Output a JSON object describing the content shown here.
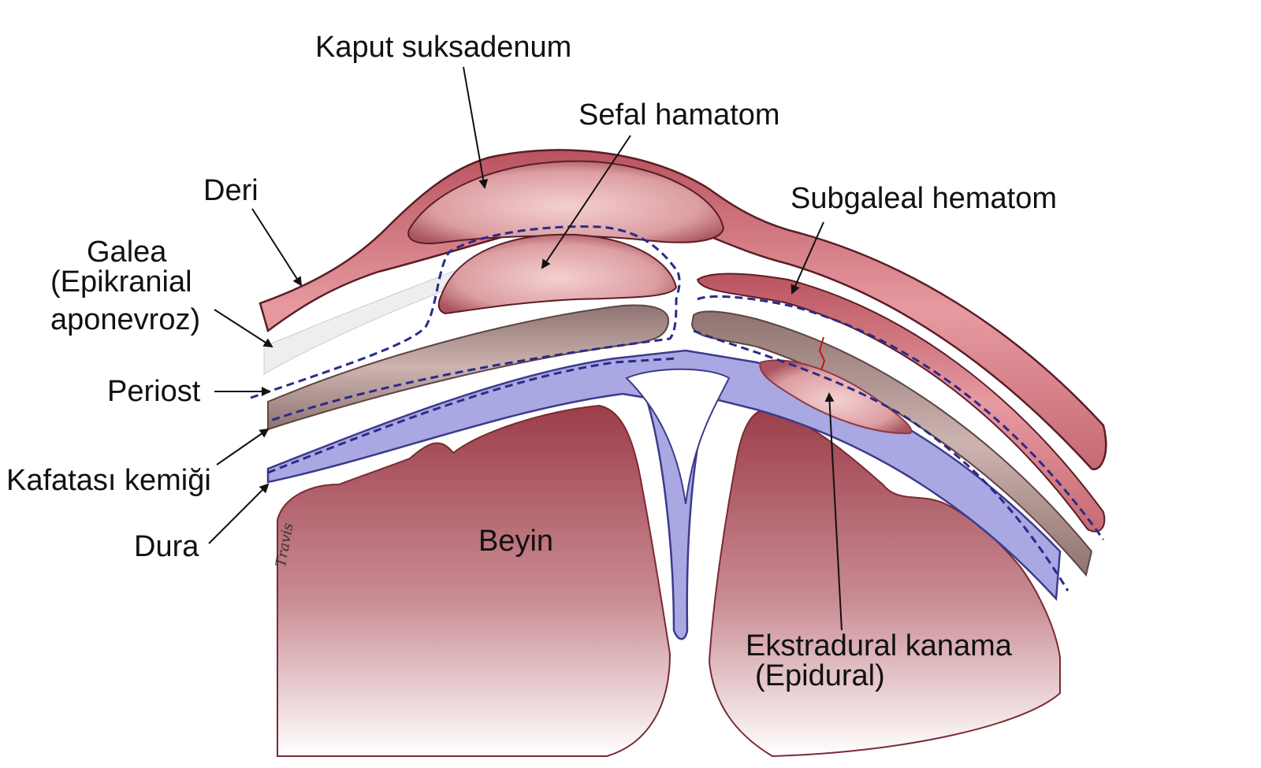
{
  "labels": {
    "kaput": "Kaput suksadenum",
    "sefal": "Sefal hamatom",
    "deri": "Deri",
    "subgaleal": "Subgaleal hematom",
    "galea_1": "Galea",
    "galea_2": "(Epikranial",
    "galea_3": "aponevroz)",
    "periost": "Periost",
    "kafatasi": "Kafatası kemiği",
    "dura": "Dura",
    "beyin": "Beyin",
    "ekstradural_1": "Ekstradural kanama",
    "ekstradural_2": "(Epidural)"
  },
  "signature": "Travis",
  "colors": {
    "skin": "#c8707a",
    "skin_dark": "#7a2a33",
    "skin_light": "#f0c5c7",
    "hematoma": "#e6aeb0",
    "bone": "#a88a88",
    "bone_light": "#d8c2c0",
    "dura": "#a8a8e0",
    "dashed": "#2a2a8c",
    "brain": "#a94a55",
    "fracture": "#cc1111"
  }
}
